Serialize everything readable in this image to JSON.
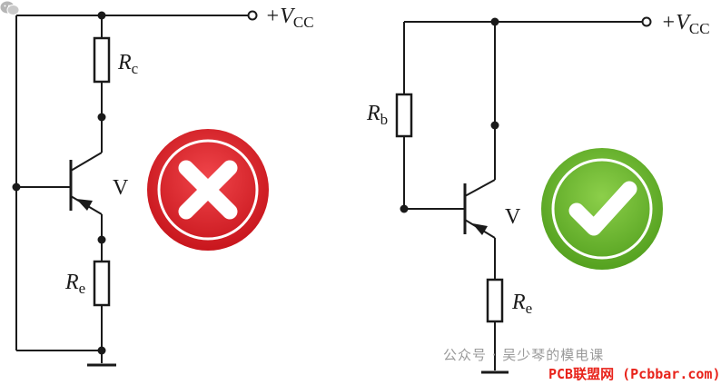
{
  "left_circuit": {
    "supply_label": "+V",
    "supply_sub": "CC",
    "resistor_c": {
      "letter": "R",
      "sub": "c"
    },
    "resistor_e": {
      "letter": "R",
      "sub": "e"
    },
    "transistor_label": "V",
    "verdict": "incorrect",
    "verdict_color": "#e3262c"
  },
  "right_circuit": {
    "supply_label": "+V",
    "supply_sub": "CC",
    "resistor_b": {
      "letter": "R",
      "sub": "b"
    },
    "resistor_e": {
      "letter": "R",
      "sub": "e"
    },
    "transistor_label": "V",
    "verdict": "correct",
    "verdict_color": "#6cb52d"
  },
  "watermark": {
    "account": "公众号 · 吴少琴的模电课",
    "site": "PCB联盟网 (Pcbbar.com)",
    "icon": "wechat-icon"
  }
}
